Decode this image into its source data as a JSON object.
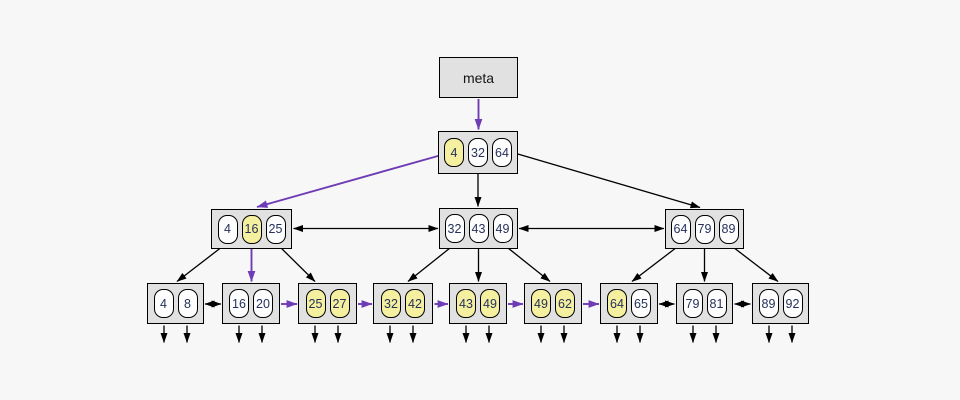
{
  "diagram": {
    "type": "bplus-tree",
    "colors": {
      "background": "#f7f7f7",
      "node_fill": "#e1e1e1",
      "node_border": "#000000",
      "key_fill": "#fdfdfd",
      "key_highlight_fill": "#f5f0a0",
      "key_text": "#25305a",
      "edge_normal": "#000000",
      "edge_traversal": "#6e3cb4"
    },
    "nodes": [
      {
        "id": "meta",
        "kind": "meta",
        "label": "meta",
        "keys": []
      },
      {
        "id": "root",
        "kind": "internal",
        "keys": [
          {
            "value": "4",
            "highlighted": true
          },
          {
            "value": "32",
            "highlighted": false
          },
          {
            "value": "64",
            "highlighted": false
          }
        ]
      },
      {
        "id": "i0",
        "kind": "internal",
        "keys": [
          {
            "value": "4",
            "highlighted": false
          },
          {
            "value": "16",
            "highlighted": true
          },
          {
            "value": "25",
            "highlighted": false
          }
        ]
      },
      {
        "id": "i1",
        "kind": "internal",
        "keys": [
          {
            "value": "32",
            "highlighted": false
          },
          {
            "value": "43",
            "highlighted": false
          },
          {
            "value": "49",
            "highlighted": false
          }
        ]
      },
      {
        "id": "i2",
        "kind": "internal",
        "keys": [
          {
            "value": "64",
            "highlighted": false
          },
          {
            "value": "79",
            "highlighted": false
          },
          {
            "value": "89",
            "highlighted": false
          }
        ]
      },
      {
        "id": "l0",
        "kind": "leaf",
        "keys": [
          {
            "value": "4",
            "highlighted": false
          },
          {
            "value": "8",
            "highlighted": false
          }
        ]
      },
      {
        "id": "l1",
        "kind": "leaf",
        "keys": [
          {
            "value": "16",
            "highlighted": false
          },
          {
            "value": "20",
            "highlighted": false
          }
        ]
      },
      {
        "id": "l2",
        "kind": "leaf",
        "keys": [
          {
            "value": "25",
            "highlighted": true
          },
          {
            "value": "27",
            "highlighted": true
          }
        ]
      },
      {
        "id": "l3",
        "kind": "leaf",
        "keys": [
          {
            "value": "32",
            "highlighted": true
          },
          {
            "value": "42",
            "highlighted": true
          }
        ]
      },
      {
        "id": "l4",
        "kind": "leaf",
        "keys": [
          {
            "value": "43",
            "highlighted": true
          },
          {
            "value": "49",
            "highlighted": true
          }
        ]
      },
      {
        "id": "l5",
        "kind": "leaf",
        "keys": [
          {
            "value": "49",
            "highlighted": true
          },
          {
            "value": "62",
            "highlighted": true
          }
        ]
      },
      {
        "id": "l6",
        "kind": "leaf",
        "keys": [
          {
            "value": "64",
            "highlighted": true
          },
          {
            "value": "65",
            "highlighted": false
          }
        ]
      },
      {
        "id": "l7",
        "kind": "leaf",
        "keys": [
          {
            "value": "79",
            "highlighted": false
          },
          {
            "value": "81",
            "highlighted": false
          }
        ]
      },
      {
        "id": "l8",
        "kind": "leaf",
        "keys": [
          {
            "value": "89",
            "highlighted": false
          },
          {
            "value": "92",
            "highlighted": false
          }
        ]
      }
    ],
    "edges": [
      {
        "id": "meta-root",
        "from": "meta",
        "to": "root",
        "style": "traversal",
        "heads": "end"
      },
      {
        "id": "root-i0",
        "from": "root.key-4",
        "to": "i0",
        "style": "traversal",
        "heads": "end"
      },
      {
        "id": "root-i1",
        "from": "root.key-32",
        "to": "i1",
        "style": "normal",
        "heads": "end"
      },
      {
        "id": "root-i2",
        "from": "root.key-64",
        "to": "i2",
        "style": "normal",
        "heads": "end"
      },
      {
        "id": "i0-i1",
        "from": "i0",
        "to": "i1",
        "style": "normal",
        "heads": "both"
      },
      {
        "id": "i1-i2",
        "from": "i1",
        "to": "i2",
        "style": "normal",
        "heads": "both"
      },
      {
        "id": "i0-l0",
        "from": "i0.key-4",
        "to": "l0",
        "style": "normal",
        "heads": "end"
      },
      {
        "id": "i0-l1",
        "from": "i0.key-16",
        "to": "l1",
        "style": "traversal",
        "heads": "end"
      },
      {
        "id": "i0-l2",
        "from": "i0.key-25",
        "to": "l2",
        "style": "normal",
        "heads": "end"
      },
      {
        "id": "i1-l3",
        "from": "i1.key-32",
        "to": "l3",
        "style": "normal",
        "heads": "end"
      },
      {
        "id": "i1-l4",
        "from": "i1.key-43",
        "to": "l4",
        "style": "normal",
        "heads": "end"
      },
      {
        "id": "i1-l5",
        "from": "i1.key-49",
        "to": "l5",
        "style": "normal",
        "heads": "end"
      },
      {
        "id": "i2-l6",
        "from": "i2.key-64",
        "to": "l6",
        "style": "normal",
        "heads": "end"
      },
      {
        "id": "i2-l7",
        "from": "i2.key-79",
        "to": "l7",
        "style": "normal",
        "heads": "end"
      },
      {
        "id": "i2-l8",
        "from": "i2.key-89",
        "to": "l8",
        "style": "normal",
        "heads": "end"
      },
      {
        "id": "l0-l1",
        "from": "l0",
        "to": "l1",
        "style": "normal",
        "heads": "both"
      },
      {
        "id": "l1-l2",
        "from": "l1",
        "to": "l2",
        "style": "traversal",
        "heads": "end"
      },
      {
        "id": "l2-l3",
        "from": "l2",
        "to": "l3",
        "style": "traversal",
        "heads": "end"
      },
      {
        "id": "l3-l4",
        "from": "l3",
        "to": "l4",
        "style": "traversal",
        "heads": "end"
      },
      {
        "id": "l4-l5",
        "from": "l4",
        "to": "l5",
        "style": "traversal",
        "heads": "end"
      },
      {
        "id": "l5-l6",
        "from": "l5",
        "to": "l6",
        "style": "traversal",
        "heads": "end"
      },
      {
        "id": "l6-l7",
        "from": "l6",
        "to": "l7",
        "style": "normal",
        "heads": "both"
      },
      {
        "id": "l7-l8",
        "from": "l7",
        "to": "l8",
        "style": "normal",
        "heads": "both"
      }
    ],
    "record_pointers_per_leaf": 2
  }
}
